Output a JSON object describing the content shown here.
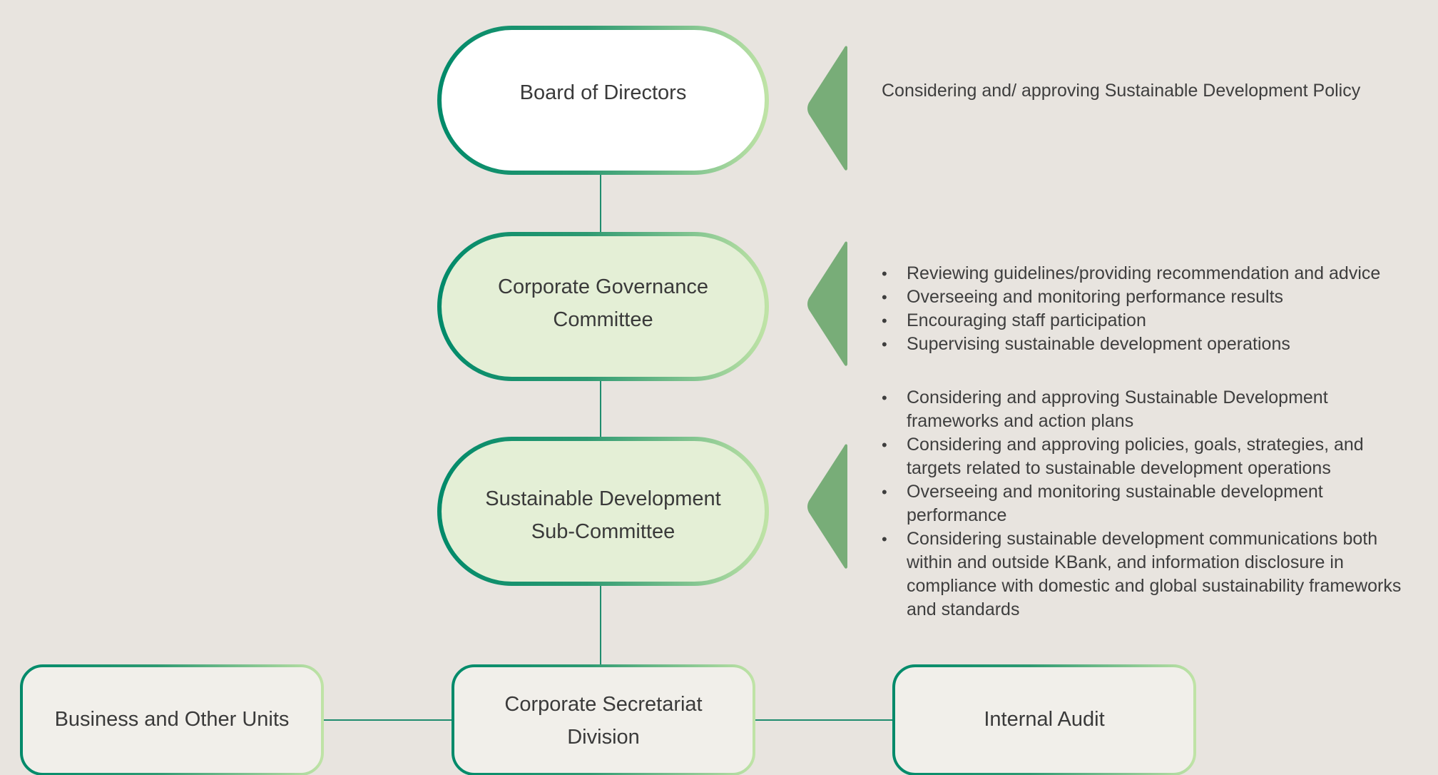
{
  "diagram": {
    "type": "org-chart",
    "colors": {
      "background": "#e8e4df",
      "border_dark": "#008a6a",
      "border_light": "#bfe3a6",
      "top_fill": "#ffffff",
      "committee_fill": "#e4efd6",
      "unit_fill": "#f1efea",
      "connector": "#1f8c6e",
      "pointer": "#78ad78"
    },
    "nodes": {
      "board": {
        "label": "Board of Directors"
      },
      "governance": {
        "label_line1": "Corporate Governance",
        "label_line2": "Committee"
      },
      "sustainability": {
        "label_line1": "Sustainable Development",
        "label_line2": "Sub-Committee"
      },
      "business": {
        "label": "Business and Other Units"
      },
      "secretariat": {
        "label_line1": "Corporate Secretariat",
        "label_line2": "Division"
      },
      "audit": {
        "label": "Internal Audit"
      }
    },
    "descriptions": {
      "board": "Considering and/ approving Sustainable Development Policy",
      "governance": [
        "Reviewing guidelines/providing recommendation and advice",
        "Overseeing and monitoring performance results",
        "Encouraging staff participation",
        "Supervising sustainable development operations"
      ],
      "sustainability": [
        "Considering and approving Sustainable Development frameworks and action plans",
        "Considering and approving policies, goals, strategies, and targets related to sustainable development operations",
        "Overseeing and monitoring sustainable development performance",
        "Considering sustainable development communications both within and outside KBank, and information disclosure in compliance with domestic and global sustainability frameworks and standards"
      ]
    },
    "edges": [
      {
        "from": "board",
        "to": "governance"
      },
      {
        "from": "governance",
        "to": "sustainability"
      },
      {
        "from": "sustainability",
        "to": "secretariat"
      },
      {
        "from": "business",
        "to": "secretariat"
      },
      {
        "from": "secretariat",
        "to": "audit"
      }
    ]
  }
}
